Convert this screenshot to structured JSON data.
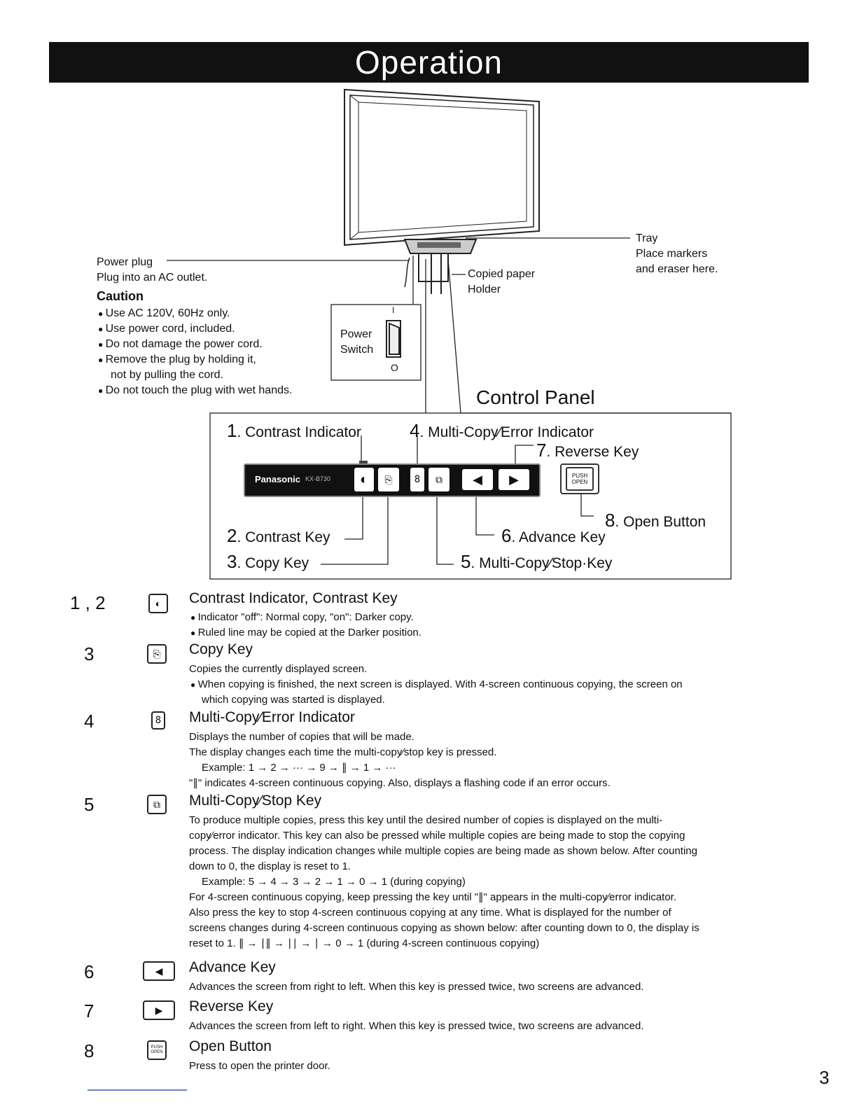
{
  "title": "Operation",
  "callouts": {
    "power_plug": "Power plug",
    "power_plug_desc": "Plug into an AC outlet.",
    "caution_title": "Caution",
    "caution_items": [
      "Use AC 120V, 60Hz only.",
      "Use power cord, included.",
      "Do not damage the power cord.",
      "Remove the plug by holding it,",
      "not by pulling the cord.",
      "Do not touch the plug with wet hands."
    ],
    "power_switch_1": "Power",
    "power_switch_2": "Switch",
    "switch_mark_on": "I",
    "switch_mark_off": "O",
    "copied_paper_1": "Copied paper",
    "copied_paper_2": "Holder",
    "tray": "Tray",
    "tray_desc_1": "Place markers",
    "tray_desc_2": "and eraser here."
  },
  "control_panel": {
    "title": "Control Panel",
    "brand": "Panasonic",
    "model": "KX-B730",
    "push_open": "PUSH OPEN",
    "labels": {
      "l1_num": "1",
      "l1": "Contrast Indicator",
      "l4_num": "4",
      "l4": "Multi-Copy∕Error Indicator",
      "l7_num": "7",
      "l7": "Reverse Key",
      "l8_num": "8",
      "l8": "Open Button",
      "l2_num": "2",
      "l2": "Contrast Key",
      "l6_num": "6",
      "l6": "Advance Key",
      "l3_num": "3",
      "l3": "Copy Key",
      "l5_num": "5",
      "l5": "Multi-Copy∕Stop·Key"
    }
  },
  "sections": [
    {
      "num": "1 , 2",
      "icon": "contrast-icon",
      "heading": "Contrast Indicator, Contrast Key",
      "lines": [
        "Indicator \"off\": Normal copy, \"on\": Darker copy.",
        "Ruled line may be copied at the Darker position."
      ]
    },
    {
      "num": "3",
      "icon": "copy-icon",
      "heading": "Copy Key",
      "lines": [
        "Copies the currently displayed screen.",
        "When copying is finished, the next screen is displayed. With 4-screen continuous copying, the screen on",
        "which copying was started is displayed."
      ]
    },
    {
      "num": "4",
      "icon": "digit-indicator-icon",
      "heading": "Multi-Copy∕Error Indicator",
      "lines": [
        "Displays the number of copies that will be made.",
        "The display changes each time the multi-copy∕stop key is pressed.",
        "Example:  1 → 2 → ··· → 9 → ∥ → 1 → ···",
        "\"∥\" indicates 4-screen continuous copying. Also, displays a flashing code if an error occurs."
      ]
    },
    {
      "num": "5",
      "icon": "multi-copy-stop-icon",
      "heading": "Multi-Copy∕Stop Key",
      "lines": [
        "To produce multiple copies, press this key until the desired number of copies is displayed on the multi-",
        "copy∕error indicator. This key can also be pressed while multiple copies are being made to stop the copying",
        "process. The display indication changes while multiple copies are being made as shown below. After counting",
        "down to 0, the display is reset to 1.",
        "Example:  5 → 4 → 3 → 2 → 1 → 0 → 1  (during copying)",
        "For 4-screen continuous copying, keep pressing the key until \"∥\" appears in the multi-copy∕error indicator.",
        "Also press the key to stop 4-screen continuous copying at any time. What is displayed for the number of",
        "screens changes during 4-screen continuous copying as shown below: after counting down to 0, the display is",
        "reset to 1.    ∥ → ∣∥ → ∣∣ →  ∣ → 0 → 1  (during 4-screen continuous copying)"
      ]
    },
    {
      "num": "6",
      "icon": "advance-left-icon",
      "heading": "Advance Key",
      "lines": [
        "Advances the screen from right to left. When this key is pressed twice, two screens are advanced."
      ]
    },
    {
      "num": "7",
      "icon": "reverse-right-icon",
      "heading": "Reverse Key",
      "lines": [
        "Advances the screen from left to right. When this key is pressed twice, two screens are advanced."
      ]
    },
    {
      "num": "8",
      "icon": "push-open-icon",
      "heading": "Open Button",
      "lines": [
        "Press to open the printer door."
      ]
    }
  ],
  "page_number": "3"
}
